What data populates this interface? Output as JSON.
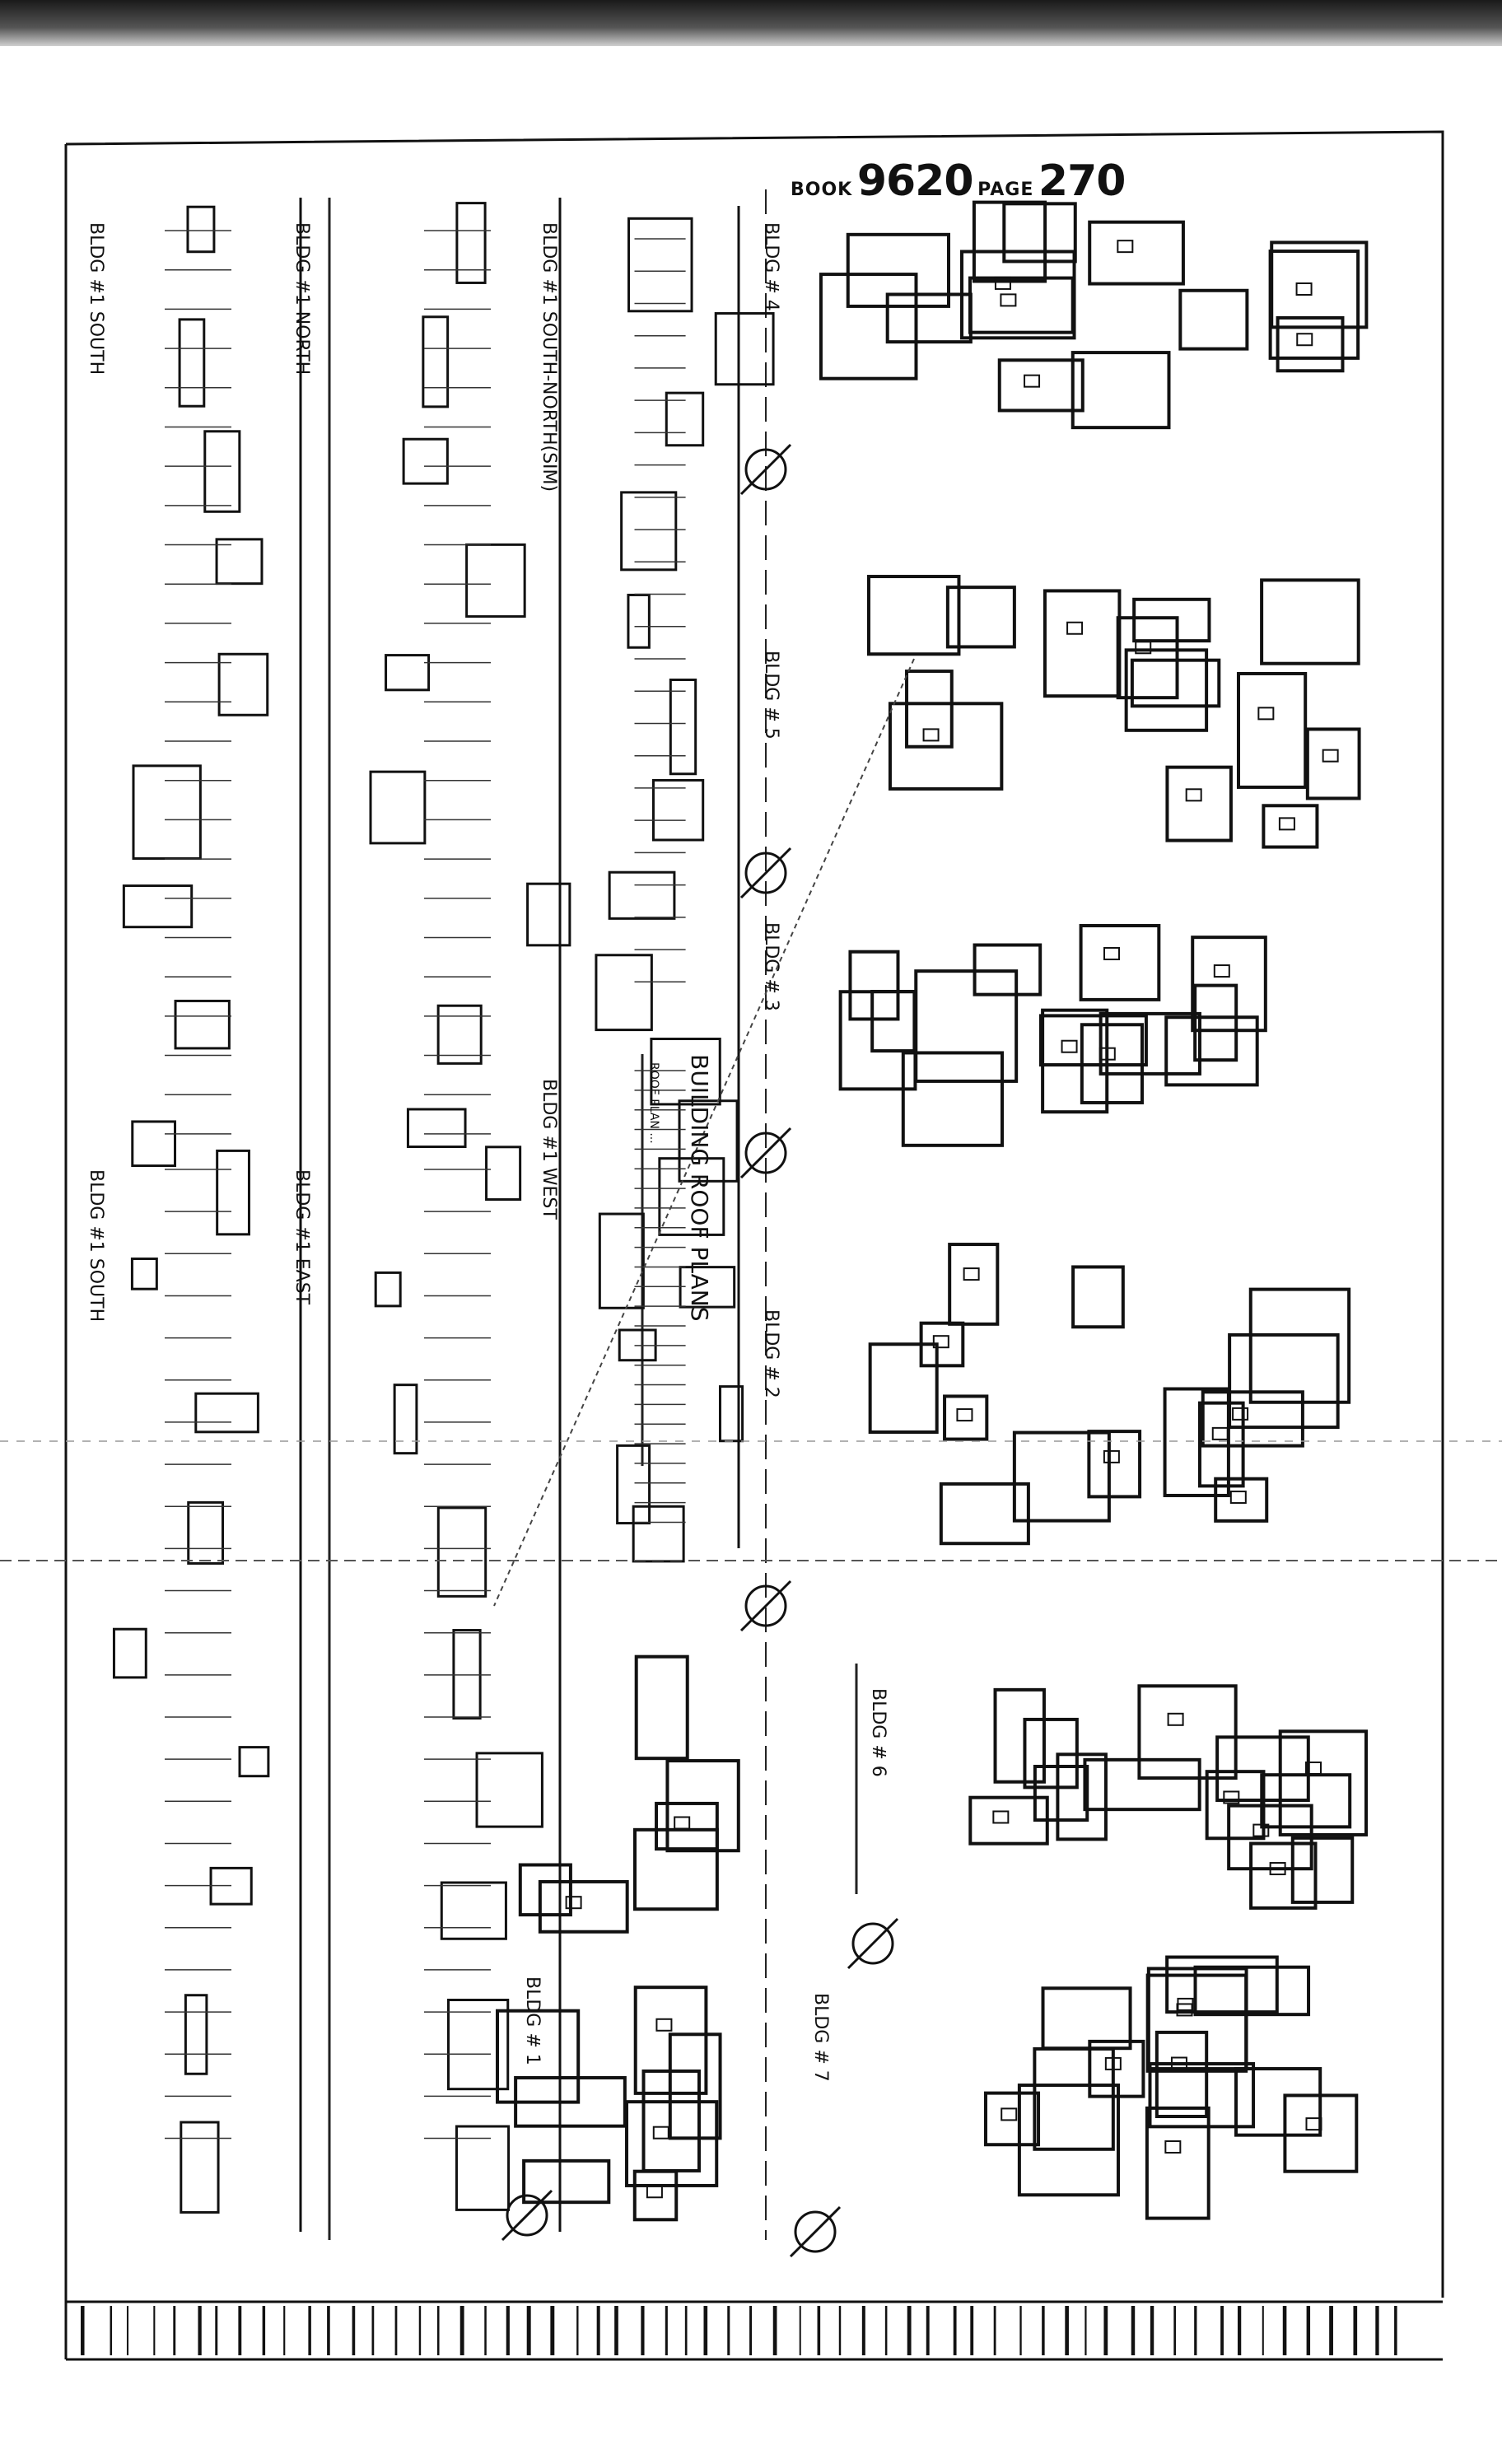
{
  "stamp": {
    "book_label": "BOOK",
    "book_number": "9620",
    "page_label": "PAGE",
    "page_number": "270"
  },
  "drawing": {
    "title": "BUILDING ROOF PLANS",
    "note": "ROOF PLAN ...",
    "elevations": [
      {
        "label": "BLDG #1 SOUTH"
      },
      {
        "label": "BLDG #1 NORTH"
      },
      {
        "label": "BLDG #1 SOUTH-NORTH(SIM)"
      },
      {
        "label": "BLDG #1 SOUTH"
      },
      {
        "label": "BLDG #1 EAST"
      },
      {
        "label": "BLDG #1 WEST"
      }
    ],
    "plans": [
      {
        "label": "BLDG # 4"
      },
      {
        "label": "BLDG # 5"
      },
      {
        "label": "BLDG # 3"
      },
      {
        "label": "BLDG # 2"
      },
      {
        "label": "BLDG # 6"
      },
      {
        "label": "BLDG # 1"
      },
      {
        "label": "BLDG # 7"
      }
    ]
  }
}
